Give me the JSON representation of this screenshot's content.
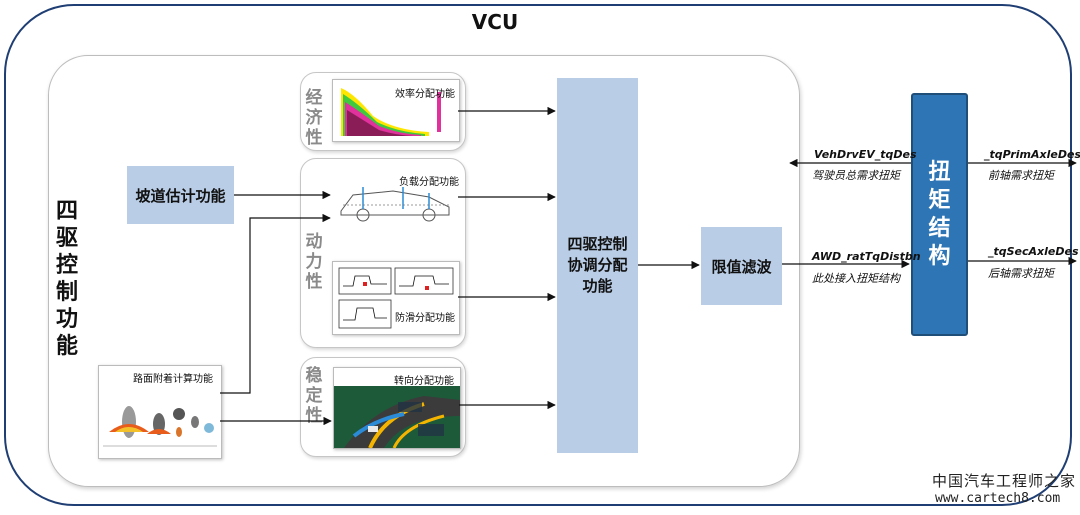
{
  "vcu_title": "VCU",
  "four_wd_title": "四驱控制功能",
  "slope_box": "坡道估计功能",
  "road_adhesion_label": "路面附着计算功能",
  "groups": {
    "economy": "经济性",
    "dynamics": "动力性",
    "stability": "稳定性"
  },
  "thumbs": {
    "efficiency": "效率分配功能",
    "load": "负载分配功能",
    "antislip": "防滑分配功能",
    "steering": "转向分配功能"
  },
  "coordination_box": "四驱控制协调分配功能",
  "limit_filter_box": "限值滤波",
  "torque_box": "扭矩结构",
  "signals": {
    "veh_drv": {
      "name": "VehDrvEV_tqDes",
      "desc": "驾驶员总需求扭矩"
    },
    "awd": {
      "name": "AWD_ratTqDistbn",
      "desc": "此处接入扭矩结构"
    },
    "prim": {
      "name": "_tqPrimAxleDes",
      "desc": "前轴需求扭矩"
    },
    "sec": {
      "name": "_tqSecAxleDes",
      "desc": "后轴需求扭矩"
    }
  },
  "watermark": {
    "cn": "中国汽车工程师之家",
    "url": "www.cartech8.com"
  },
  "colors": {
    "blue_box": "#b9cde6",
    "torque_box": "#2e75b6",
    "frame": "#1f3e73"
  }
}
